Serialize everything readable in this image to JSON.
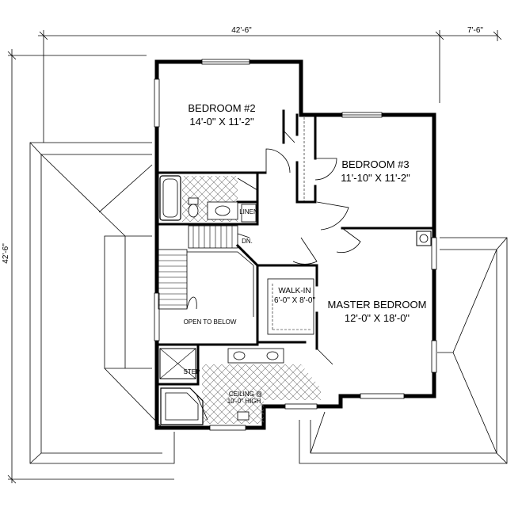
{
  "dimensions": {
    "top_main": "42'-6\"",
    "top_side": "7'-6\"",
    "left": "42'-6\""
  },
  "rooms": {
    "bedroom2": {
      "name": "BEDROOM #2",
      "size": "14'-0\" X 11'-2\""
    },
    "bedroom3": {
      "name": "BEDROOM #3",
      "size": "11'-10\" X 11'-2\""
    },
    "master": {
      "name": "MASTER BEDROOM",
      "size": "12'-0\" X 18'-0\""
    },
    "walkin": {
      "name": "WALK-IN",
      "size": "6'-0\" X 8'-0\""
    }
  },
  "labels": {
    "linen": "LINEN",
    "down": "DN.",
    "open_to_below": "OPEN TO BELOW",
    "step": "STEP",
    "ceiling_line1": "CEILING @",
    "ceiling_line2": "10'-0\" HIGH"
  }
}
